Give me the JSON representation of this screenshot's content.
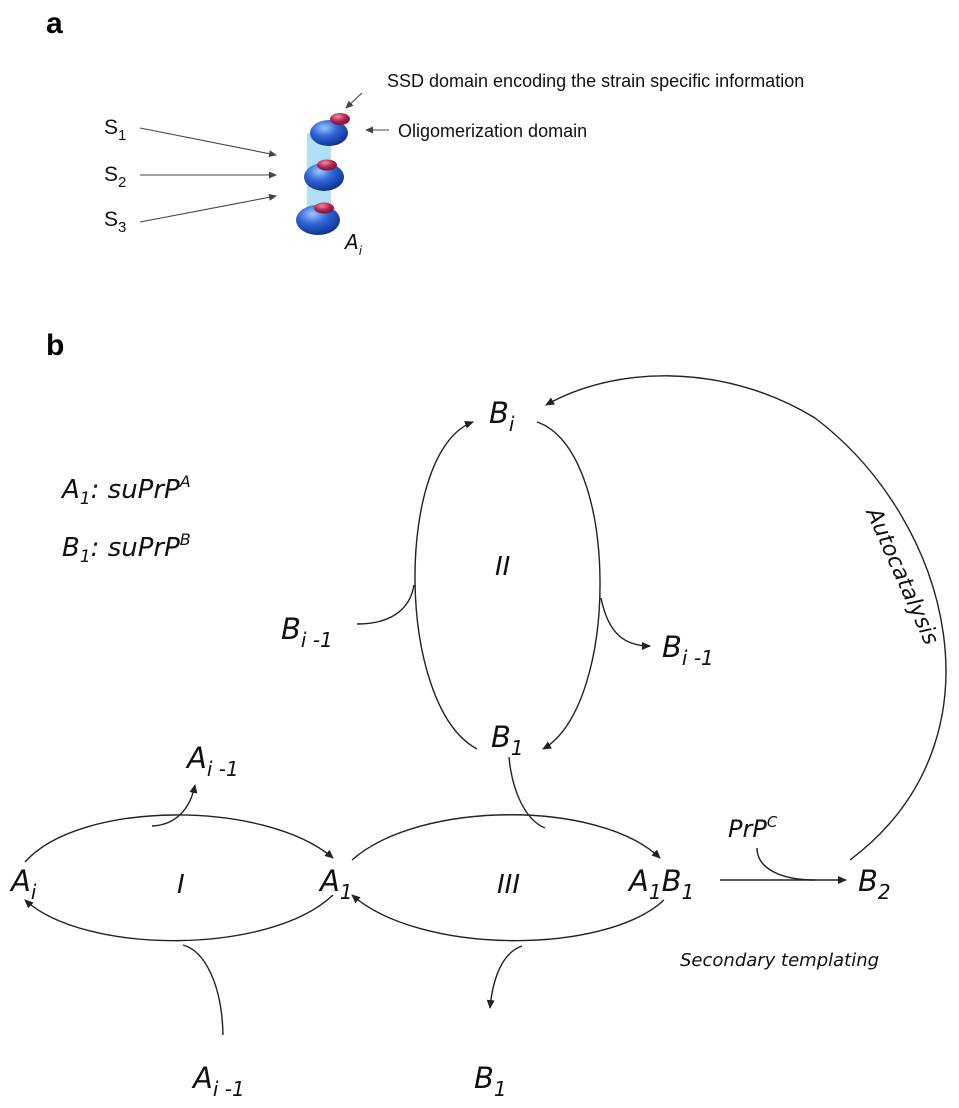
{
  "panel_a": {
    "label": "a",
    "inputs": [
      {
        "base": "S",
        "sub": "1"
      },
      {
        "base": "S",
        "sub": "2"
      },
      {
        "base": "S",
        "sub": "3"
      }
    ],
    "ssd_annotation": "SSD domain encoding the strain specific information",
    "oligo_annotation": "Oligomerization domain",
    "aggregate_label": {
      "base": "A",
      "sub": "i"
    },
    "colors": {
      "domain_blue": "#2a5fcf",
      "ssd_red": "#b0244c",
      "linker": "#a8dcf2"
    }
  },
  "panel_b": {
    "label": "b",
    "legend": [
      {
        "base": "A",
        "sub": "1",
        "text": ": suPrP",
        "sup": "A"
      },
      {
        "base": "B",
        "sub": "1",
        "text": ": suPrP",
        "sup": "B"
      }
    ],
    "cycles": {
      "one": "I",
      "two": "II",
      "three": "III"
    },
    "nodes": {
      "b_i": {
        "base": "B",
        "sub": "i"
      },
      "b_i_minus_1_in": {
        "base": "B",
        "sub": "i -1"
      },
      "b_i_minus_1_out": {
        "base": "B",
        "sub": "i -1"
      },
      "b_1_top": {
        "base": "B",
        "sub": "1"
      },
      "a_i_minus_1_top": {
        "base": "A",
        "sub": "i -1"
      },
      "a_i": {
        "base": "A",
        "sub": "i"
      },
      "a_1": {
        "base": "A",
        "sub": "1"
      },
      "a1b1": {
        "base1": "A",
        "sub1": "1",
        "base2": "B",
        "sub2": "1"
      },
      "b_2": {
        "base": "B",
        "sub": "2"
      },
      "prpc": {
        "base": "PrP",
        "sup": "C"
      },
      "a_i_minus_1_bottom": {
        "base": "A",
        "sub": "i -1"
      },
      "b_1_bottom": {
        "base": "B",
        "sub": "1"
      }
    },
    "autocatalysis": "Autocatalysis",
    "secondary_templating": "Secondary templating"
  }
}
